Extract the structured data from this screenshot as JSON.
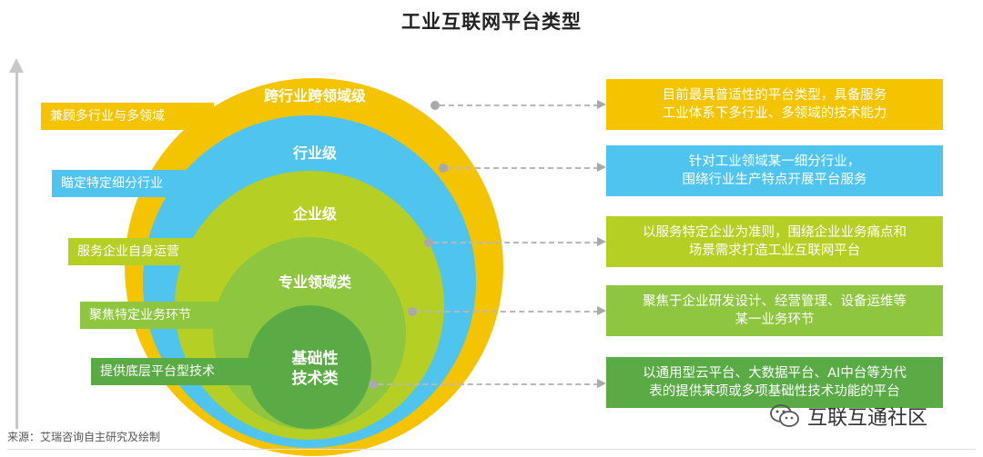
{
  "title": "工业互联网平台类型",
  "levels": [
    {
      "label": "跨行业跨领域级",
      "tag": "兼顾多行业与多领域",
      "desc": [
        "目前最具普适性的平台类型，具备服务",
        "工业体系下多行业、多领域的技术能力"
      ],
      "color": "#F5C400"
    },
    {
      "label": "行业级",
      "tag": "瞄定特定细分行业",
      "desc": [
        "针对工业领域某一细分行业，",
        "围绕行业生产特点开展平台服务"
      ],
      "color": "#4EC4EF"
    },
    {
      "label": "企业级",
      "tag": "服务企业自身运营",
      "desc": [
        "以服务特定企业为准则，围绕企业业务痛点和",
        "场景需求打造工业互联网平台"
      ],
      "color": "#B5CF24"
    },
    {
      "label": "专业领域类",
      "tag": "聚焦特定业务环节",
      "desc": [
        "聚焦于企业研发设计、经营管理、设备运维等",
        "某一业务环节"
      ],
      "color": "#8EC63F"
    },
    {
      "label_line1": "基础性",
      "label_line2": "技术类",
      "tag": "提供底层平台型技术",
      "desc": [
        "以通用型云平台、大数据平台、AI中台等为代",
        "表的提供某项或多项基础性技术功能的平台"
      ],
      "color": "#5AAA46"
    }
  ],
  "source": "来源：艾瑞咨询自主研究及绘制",
  "brand": "互联互通社区"
}
